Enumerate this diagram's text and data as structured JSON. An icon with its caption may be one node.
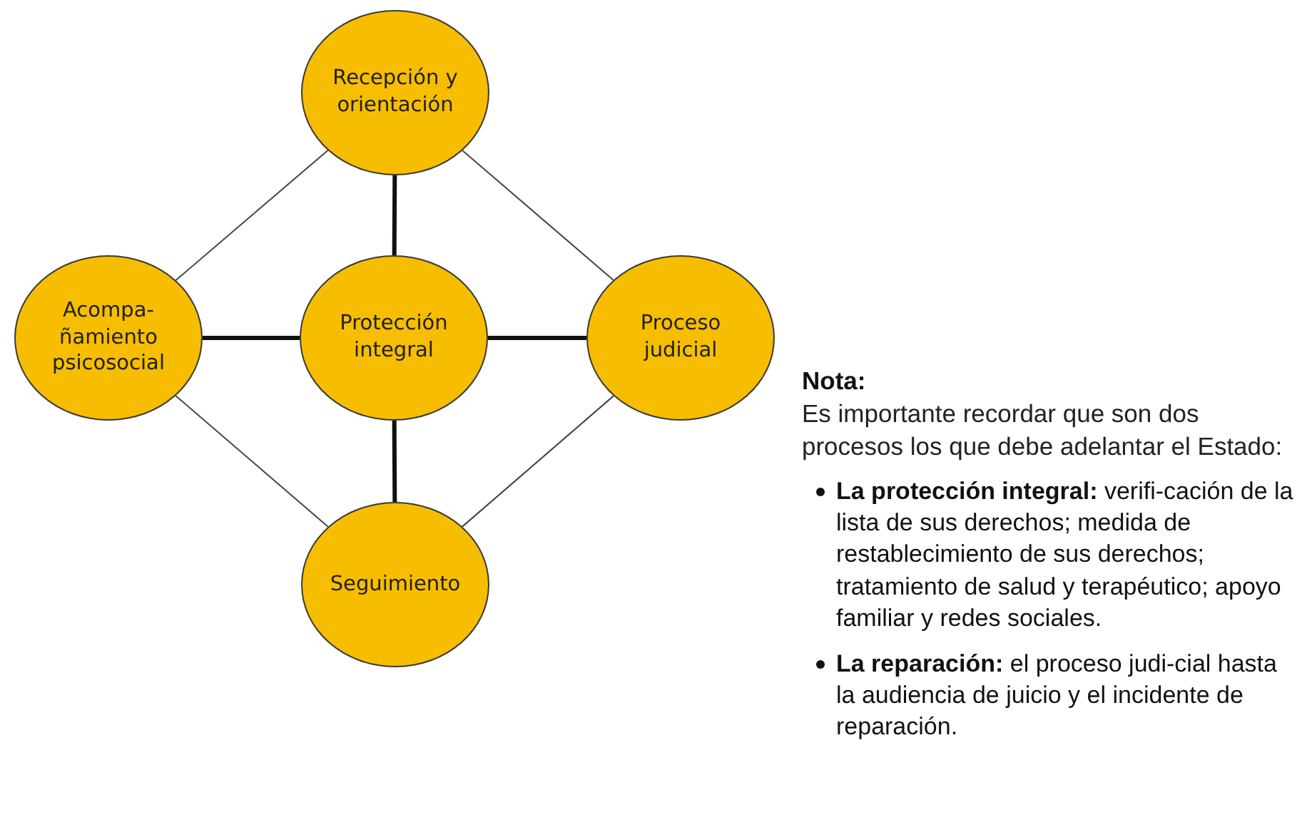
{
  "diagram": {
    "nodes": [
      {
        "text": [
          "Recepción y orientación"
        ]
      },
      {
        "text": [
          "Acompa-ñamiento psicosocial"
        ]
      },
      {
        "text": [
          "Protección integral"
        ]
      },
      {
        "text": [
          "Proceso judicial"
        ]
      },
      {
        "text": [
          "Seguimiento"
        ]
      }
    ],
    "edges": [
      {
        "from": 0,
        "to": 2,
        "arrow": "none",
        "style": "thick"
      },
      {
        "from": 1,
        "to": 2,
        "arrow": "none",
        "style": "thick"
      },
      {
        "from": 2,
        "to": 3,
        "arrow": "none",
        "style": "thick"
      },
      {
        "from": 2,
        "to": 4,
        "arrow": "none",
        "style": "thick"
      },
      {
        "from": 0,
        "to": 1,
        "arrow": "none"
      },
      {
        "from": 0,
        "to": 3,
        "arrow": "none"
      },
      {
        "from": 1,
        "to": 4,
        "arrow": "none"
      },
      {
        "from": 3,
        "to": 4,
        "arrow": "none"
      }
    ],
    "labels": [
      "Nota:",
      "Es importante recordar que son dos procesos los que debe adelantar el Estado:",
      "**La protección integral:** verifi-cación de la lista de sus derechos; medida de restablecimiento de sus derechos; tratamiento de salud y terapéutico; apoyo familiar y redes sociales.",
      "**La reparación:** el proceso judi-cial hasta la audiencia de juicio y el incidente de reparación."
    ]
  }
}
